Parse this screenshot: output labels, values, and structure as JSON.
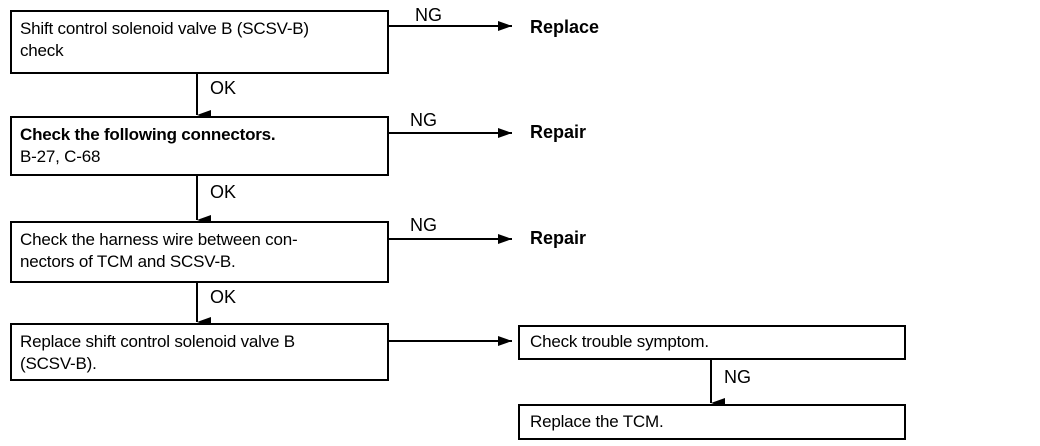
{
  "steps": [
    {
      "lines": [
        "Shift control solenoid valve B (SCSV-B)",
        "check"
      ],
      "ng": "NG",
      "ng_result": "Replace",
      "ok": "OK"
    },
    {
      "lines": [
        "Check the following connectors.",
        "B-27, C-68"
      ],
      "ng": "NG",
      "ng_result": "Repair",
      "ok": "OK"
    },
    {
      "lines": [
        "Check the harness wire between con-",
        "nectors of TCM and SCSV-B."
      ],
      "ng": "NG",
      "ng_result": "Repair",
      "ok": "OK"
    },
    {
      "lines": [
        "Replace shift control solenoid valve B",
        "(SCSV-B)."
      ]
    }
  ],
  "check_symptom": "Check trouble symptom.",
  "symptom_ng": "NG",
  "replace_tcm": "Replace the TCM."
}
